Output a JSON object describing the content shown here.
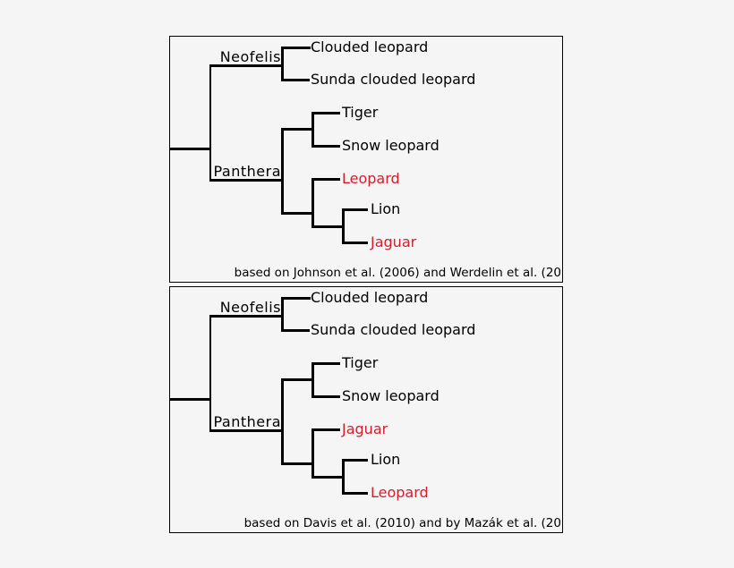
{
  "colors": {
    "background": "#f5f5f5",
    "line": "#000000",
    "text": "#000000",
    "highlight": "#d0202e",
    "box_border": "#000000"
  },
  "trees": [
    {
      "name": "panthera-phylogeny-johnson-werdelin",
      "genus_labels": {
        "neofelis": "Neofelis",
        "panthera": "Panthera"
      },
      "taxa": [
        {
          "label": "Clouded leopard",
          "highlight": false
        },
        {
          "label": "Sunda clouded leopard",
          "highlight": false
        },
        {
          "label": "Tiger",
          "highlight": false
        },
        {
          "label": "Snow leopard",
          "highlight": false
        },
        {
          "label": "Leopard",
          "highlight": true
        },
        {
          "label": "Lion",
          "highlight": false
        },
        {
          "label": "Jaguar",
          "highlight": true
        }
      ],
      "newick": "((Clouded leopard, Sunda clouded leopard)Neofelis, ((Tiger, Snow leopard), (Leopard, (Lion, Jaguar)))Panthera)",
      "caption": "based on Johnson et al. (2006) and Werdelin et al. (20"
    },
    {
      "name": "panthera-phylogeny-davis-mazak",
      "genus_labels": {
        "neofelis": "Neofelis",
        "panthera": "Panthera"
      },
      "taxa": [
        {
          "label": "Clouded leopard",
          "highlight": false
        },
        {
          "label": "Sunda clouded leopard",
          "highlight": false
        },
        {
          "label": "Tiger",
          "highlight": false
        },
        {
          "label": "Snow leopard",
          "highlight": false
        },
        {
          "label": "Jaguar",
          "highlight": true
        },
        {
          "label": "Lion",
          "highlight": false
        },
        {
          "label": "Leopard",
          "highlight": true
        }
      ],
      "newick": "((Clouded leopard, Sunda clouded leopard)Neofelis, ((Tiger, Snow leopard), (Jaguar, (Lion, Leopard)))Panthera)",
      "caption": "based on Davis et al. (2010) and by Mazák et al. (20"
    }
  ]
}
